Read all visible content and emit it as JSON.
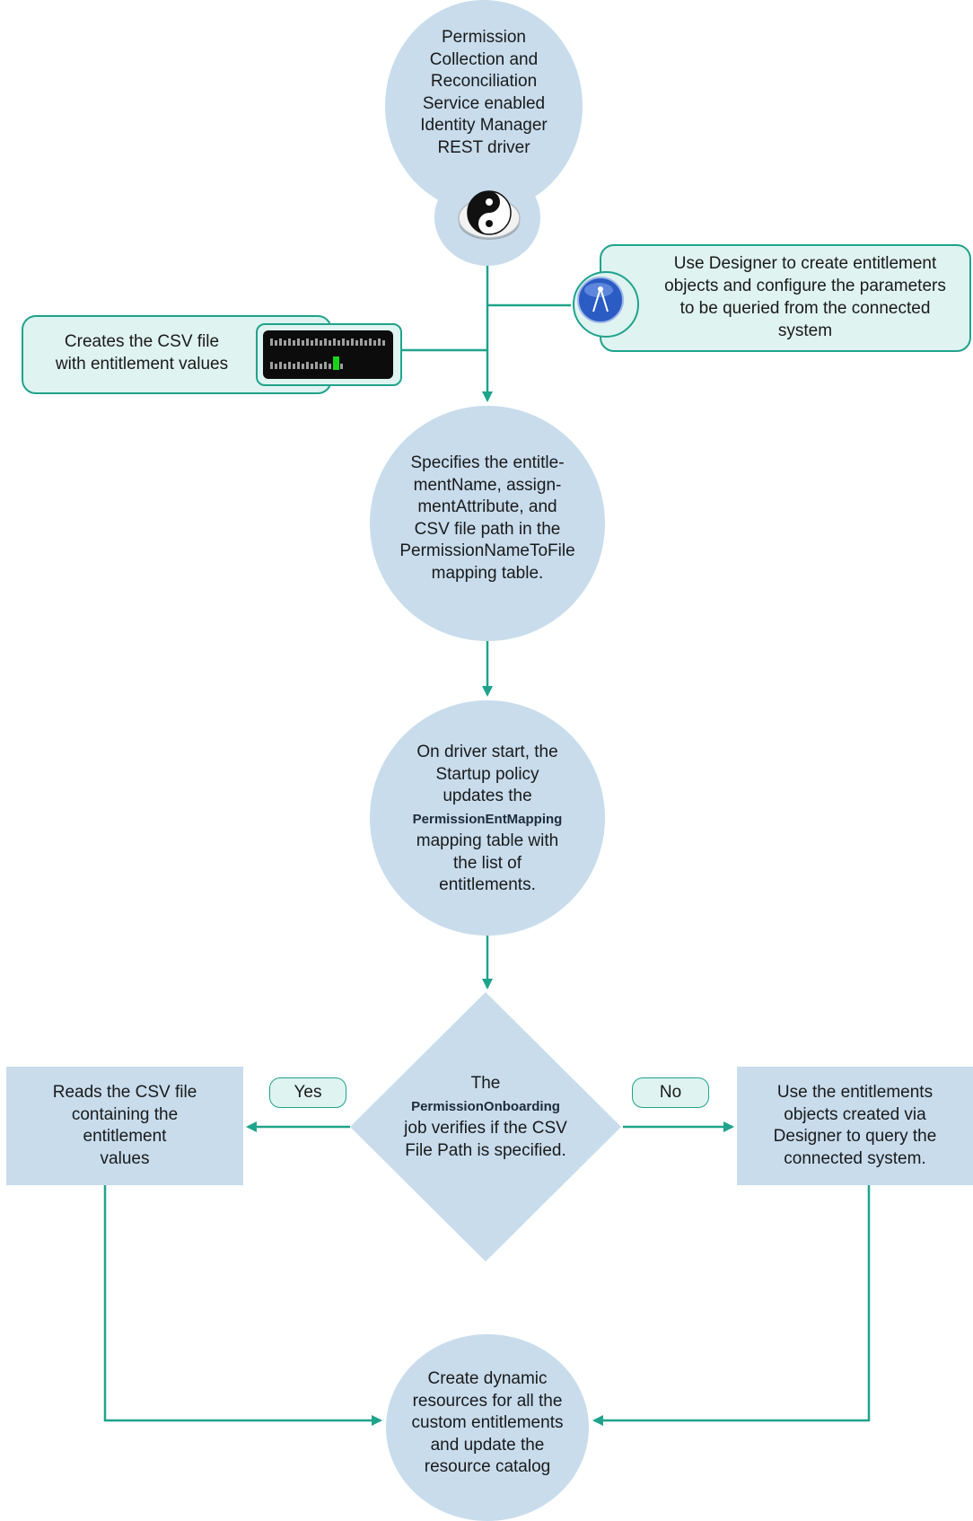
{
  "nodes": {
    "driver": {
      "line1": "Permission",
      "line2": "Collection and",
      "line3": "Reconciliation",
      "line4": "Service enabled",
      "line5": "Identity Manager",
      "line6": "REST driver"
    },
    "designer_note": {
      "line1": "Use Designer to create entitlement",
      "line2": "objects and configure the parameters",
      "line3": "to be queried from the connected",
      "line4": "system"
    },
    "csv_note": {
      "line1": "Creates the CSV file",
      "line2": "with entitlement values"
    },
    "mapping": {
      "line1": "Specifies the entitle-",
      "line2": "mentName, assign-",
      "line3": "mentAttribute, and",
      "line4": "CSV file path in the",
      "line5": "PermissionNameToFile",
      "line6": "mapping table."
    },
    "startup": {
      "line1": "On driver start, the",
      "line2": "Startup policy",
      "line3": "updates the",
      "line4": "PermissionEntMapping",
      "line5": "mapping table with",
      "line6": "the list of",
      "line7": "entitlements."
    },
    "decision": {
      "line1": "The",
      "line2": "PermissionOnboarding",
      "line3": "job verifies if the CSV",
      "line4": "File Path is specified."
    },
    "yes_branch": {
      "line1": "Reads the CSV file",
      "line2": "containing the",
      "line3": "entitlement",
      "line4": "values"
    },
    "no_branch": {
      "line1": "Use the entitlements",
      "line2": "objects created via",
      "line3": "Designer to query the",
      "line4": "connected system."
    },
    "final": {
      "line1": "Create dynamic",
      "line2": "resources for all the",
      "line3": "custom entitlements",
      "line4": "and update the",
      "line5": "resource catalog"
    }
  },
  "labels": {
    "yes": "Yes",
    "no": "No"
  },
  "icons": {
    "driver_icon": "yin-yang-icon",
    "designer_icon": "compass-icon",
    "csv_icon": "data-display-icon"
  },
  "colors": {
    "node_fill": "#c8dcec",
    "connector": "#1fa38c",
    "note_fill": "#dff3f0",
    "bold_text": "#1f2a3d"
  }
}
